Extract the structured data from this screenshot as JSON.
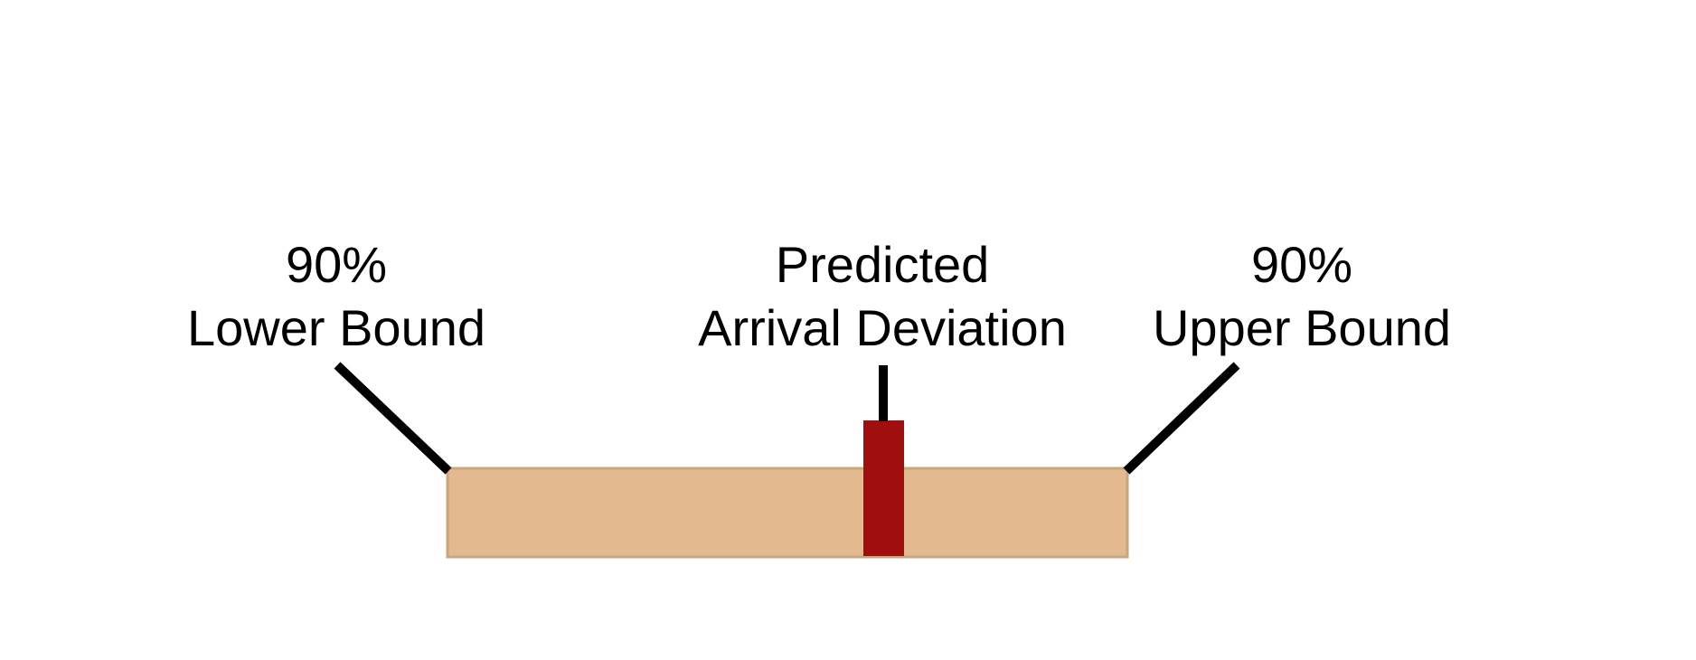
{
  "labels": {
    "lower": {
      "line1": "90%",
      "line2": "Lower Bound"
    },
    "predicted": {
      "line1": "Predicted",
      "line2": "Arrival Deviation"
    },
    "upper": {
      "line1": "90%",
      "line2": "Upper Bound"
    }
  },
  "colors": {
    "interval_fill": "#E3BA8F",
    "interval_border": "#C9A77C",
    "predicted_marker": "#A00E0E",
    "leader_line": "#000000",
    "background": "#FFFFFF"
  }
}
